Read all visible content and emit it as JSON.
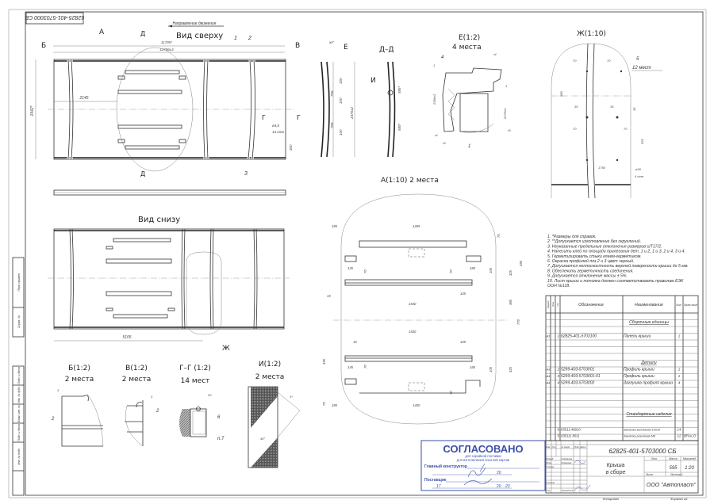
{
  "drawing": {
    "corner_stamp": "62825-401-5703000 СБ",
    "direction_label": "Направление движения",
    "views": {
      "top": {
        "title": "Вид сверху",
        "labels": [
          "А",
          "Б",
          "В",
          "Д",
          "Д",
          "1",
          "2",
          "3",
          "Г",
          "Г"
        ],
        "dims": {
          "overall1": "11795*",
          "overall2": "11786±3",
          "offset": "2145",
          "height": "2442*",
          "hole": "ø4,8",
          "holes": "14 отв",
          "pitch": "300"
        }
      },
      "side": {
        "labels": [
          "Е"
        ],
        "dims": [
          "ж7",
          "706",
          "706",
          "100",
          "100",
          "100",
          "2376±2"
        ]
      },
      "section_dd": {
        "title": "Д–Д",
        "label": "И",
        "dims": [
          "585*",
          "585*"
        ]
      },
      "detail_e": {
        "title": "Е(1:2)",
        "subtitle": "4 места",
        "labels": [
          "4",
          "1"
        ],
        "dims": [
          "1",
          "1",
          "r4",
          "r4",
          "r5",
          "r5",
          "2376±2",
          "2396±2"
        ]
      },
      "detail_zh": {
        "title": "Ж(1:10)",
        "callout": "5",
        "callout_note": "12 мест",
        "dims": [
          "70",
          "70",
          "580",
          "35",
          "35",
          "70",
          "70",
          "35",
          "526",
          "1750",
          "ø26",
          "4 отв"
        ]
      },
      "detail_a": {
        "title": "А(1:10) 2 места",
        "dims": [
          "185",
          "1285",
          "75",
          "145",
          "70",
          "70",
          "180",
          "105",
          "325",
          "495",
          "15",
          "105",
          "1530",
          "385",
          "770",
          "1530",
          "15",
          "105",
          "145",
          "70",
          "180",
          "105",
          "325",
          "495",
          "70",
          "75",
          "185",
          "1400"
        ]
      },
      "bottom": {
        "title": "Вид снизу",
        "dim": "5105",
        "label": "Ж"
      },
      "detail_b": {
        "title": "Б(1:2)",
        "subtitle": "2 места",
        "dim": "3",
        "label": "2"
      },
      "detail_v": {
        "title": "В(1:2)",
        "subtitle": "2 места",
        "dim": "3",
        "label": "2"
      },
      "section_gg": {
        "title": "Г–Г (1:2)",
        "subtitle": "14 мест",
        "dim": "20",
        "labels": [
          "6",
          "п.7"
        ]
      },
      "detail_i": {
        "title": "И(1:2)",
        "subtitle": "2 места",
        "dims": [
          "3*",
          "45°"
        ]
      }
    }
  },
  "notes": [
    "1. *Размеры для справок.",
    "2. **Допускается изготовление без скруглений.",
    "3. Неуказанные предельные отклонения размеров ±IT17/2.",
    "4. Нанесить клей по площади прилегания дет. 1 и 2, 1 и 3, 2 и 4, 3 и 4.",
    "5. Герметизировать стыки клеем-герметиком.",
    "6. Окраска профилей поз.2 и 3 цвет черный.",
    "7. Допускается неплоскостность верхней поверхности крыши до 5 мм.",
    "8. Обеспечить герметичность соединения.",
    "9. Допускается отклонение массы ± 5%.",
    "10. Лист крыши и потолка должен соответствовать правилам ЕЭК",
    "ООН №118."
  ],
  "spec": {
    "headers": [
      "Формат",
      "Зона",
      "Поз.",
      "Обозначение",
      "Наименование",
      "Кол.",
      "Приме-чание"
    ],
    "sections": {
      "assemblies": "Сборочные единицы",
      "details": "Детали",
      "standard": "Стандартные изделия"
    },
    "rows": [
      {
        "fmt": "А1",
        "pos": "1",
        "code": "62825-401-5703100",
        "name": "Панель крыши",
        "qty": "1",
        "note": ""
      },
      {
        "fmt": "А3",
        "pos": "2",
        "code": "5299-403-5703001",
        "name": "Профиль крыши",
        "qty": "1",
        "note": ""
      },
      {
        "fmt": "А4",
        "pos": "3",
        "code": "5299-403-5703001-01",
        "name": "Профиль крыши",
        "qty": "1",
        "note": ""
      },
      {
        "fmt": "А4",
        "pos": "4",
        "code": "5299-403-5703002",
        "name": "Заглушка профиля крыши",
        "qty": "4",
        "note": ""
      },
      {
        "fmt": "",
        "pos": "6",
        "code": "К5512.48010",
        "name": "Заклепка вытяжная 4,8х10",
        "qty": "14",
        "note": ""
      },
      {
        "fmt": "",
        "pos": "5",
        "code": "030111 8011",
        "name": "Заклепка резьбовая М8",
        "qty": "12",
        "note": "BRALO"
      }
    ]
  },
  "title_block": {
    "designation": "62825-401-5703000 СБ",
    "name_line1": "Крыша",
    "name_line2": "в сборе",
    "labels": {
      "lit": "Лит.",
      "mass": "Масса",
      "scale": "Масштаб",
      "sheet": "Лист",
      "sheets": "Листов 1"
    },
    "mass": "595",
    "scale": "1:20",
    "company": "ООО \"Автопласт\"",
    "roles": [
      "Изм.",
      "Лист",
      "№ докум.",
      "Подп.",
      "Дата",
      "Разраб.",
      "Пров.",
      "Т.контр.",
      "Н.контр.",
      "Утв."
    ],
    "people": [
      "Очеймиров",
      "Рязанцева",
      "Черныйский"
    ],
    "copied": "Копировал",
    "format": "Формат А1"
  },
  "approval_stamp": {
    "title": "СОГЛАСОВАНО",
    "line1": "для серийной поставки",
    "line2": "для изготовления опытной партии",
    "chief": "Главный конструктор",
    "supplier": "Поставщик",
    "year1": "20",
    "year2": "20",
    "day2": "17",
    "year2_hand": "23",
    "color": "#3b4fa8"
  },
  "side_strip": [
    "Перв. примен.",
    "Справ. №",
    "Подп. и дата",
    "Инв. № дубл.",
    "Взам. инв. №",
    "Подп. и дата",
    "Инв. № подл."
  ]
}
